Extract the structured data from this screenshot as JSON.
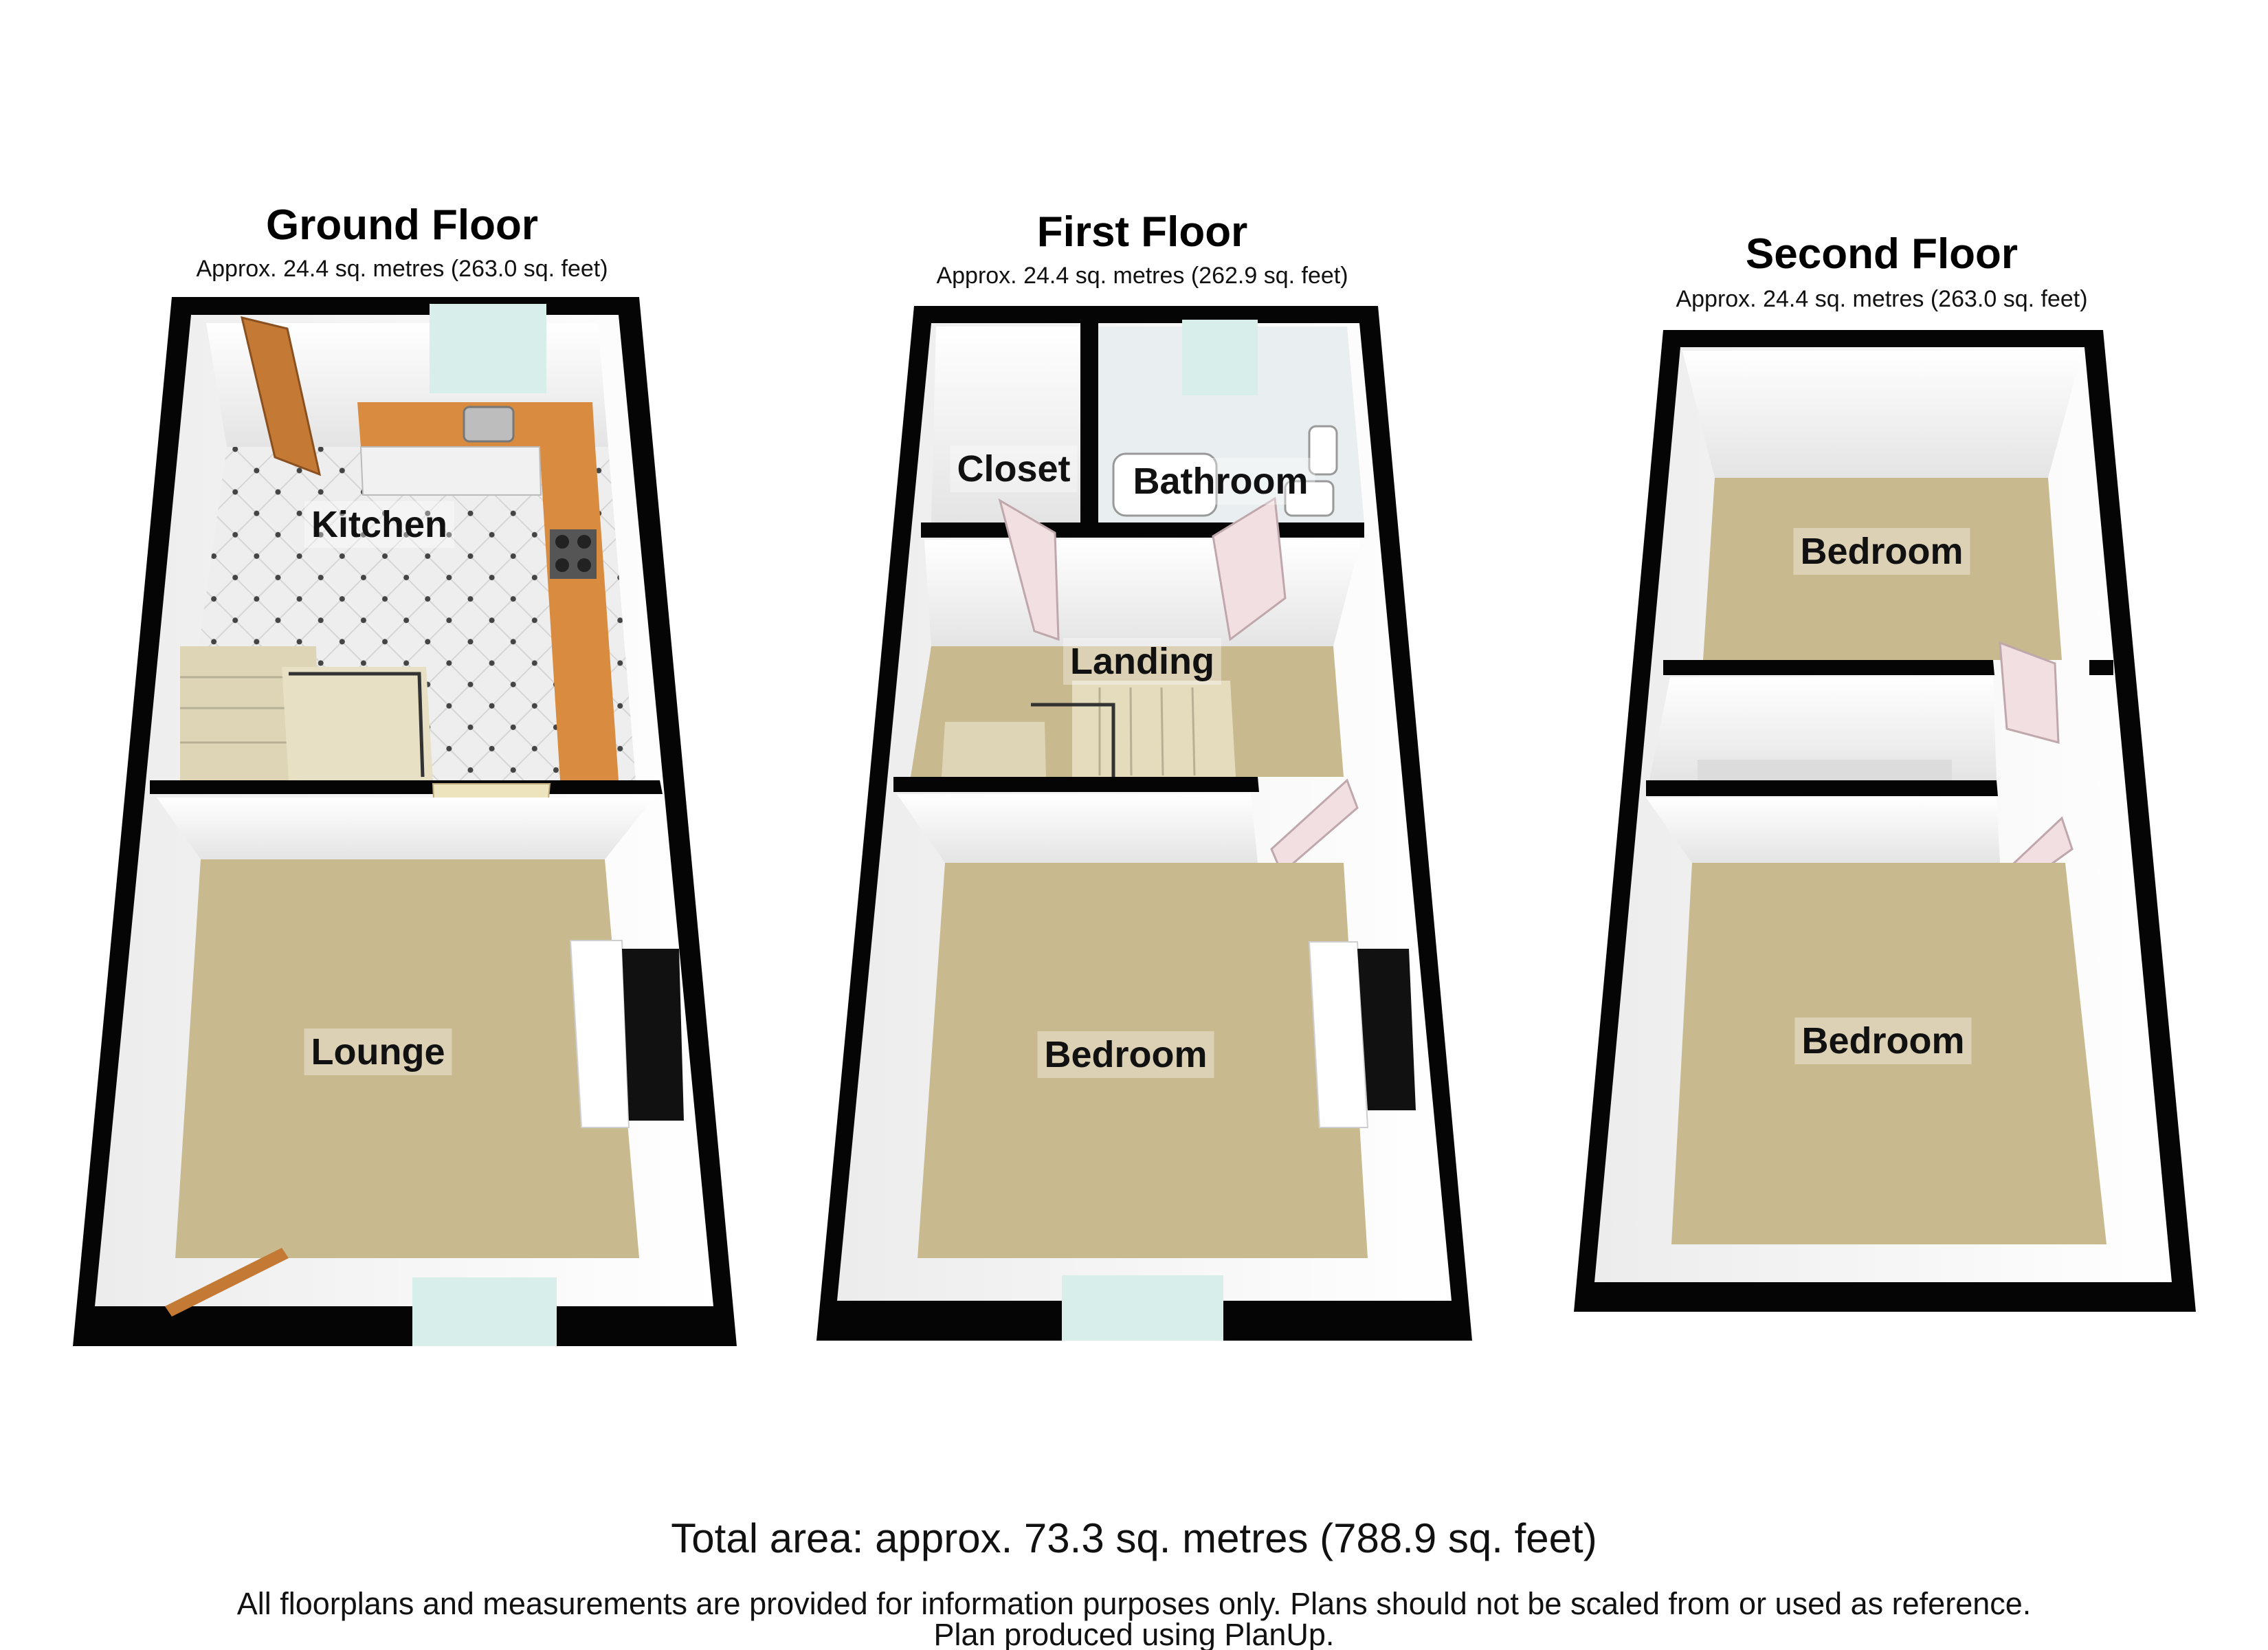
{
  "floors": [
    {
      "title": "Ground Floor",
      "area": "Approx. 24.4 sq. metres (263.0 sq. feet)",
      "rooms": [
        "Kitchen",
        "Lounge"
      ]
    },
    {
      "title": "First Floor",
      "area": "Approx. 24.4 sq. metres (262.9 sq. feet)",
      "rooms": [
        "Closet",
        "Bathroom",
        "Landing",
        "Bedroom"
      ]
    },
    {
      "title": "Second Floor",
      "area": "Approx. 24.4 sq. metres (263.0 sq. feet)",
      "rooms": [
        "Bedroom",
        "Bedroom"
      ]
    }
  ],
  "footer": {
    "total": "Total area: approx. 73.3 sq. metres (788.9 sq. feet)",
    "disclaimer_1": "All floorplans and measurements are provided for information purposes only. Plans should not be scaled from or used as reference.",
    "disclaimer_2": "Plan produced using PlanUp."
  },
  "colors": {
    "wall": "#050505",
    "carpet": "#c9b98e",
    "inner_wall": "#f4f4f4",
    "tile": "#eeeeee",
    "worktop": "#d98c3f",
    "stairs": "#ddd5b6",
    "door": "#f1dfe1",
    "front_door": "#c47a35",
    "window": "#d8eeeb"
  }
}
